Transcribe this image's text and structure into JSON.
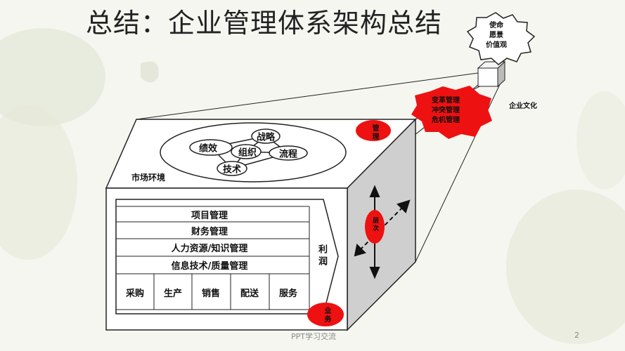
{
  "slide": {
    "title": "总结：企业管理体系架构总结",
    "page_number": "2",
    "footer": "PPT学习交流"
  },
  "star": {
    "lines": [
      "使命",
      "愿景",
      "价值观"
    ]
  },
  "culture": {
    "label": "企业文化"
  },
  "red_burst": {
    "lines": [
      "变革管理",
      "冲突管理",
      "危机管理"
    ]
  },
  "management_blob": {
    "text": "管理"
  },
  "market": {
    "label": "市场环境"
  },
  "oval_nodes": {
    "strategy": "战略",
    "performance": "绩效",
    "organization": "组织",
    "process": "流程",
    "technology": "技术"
  },
  "rows": [
    "项目管理",
    "财务管理",
    "人力资源/知识管理",
    "信息技术/质量管理"
  ],
  "functions": [
    "采购",
    "生产",
    "销售",
    "配送",
    "服务"
  ],
  "profit": {
    "text": "利润"
  },
  "level_blob": {
    "text": "层次"
  },
  "business_blob": {
    "text": "业务"
  },
  "colors": {
    "red": "#ee1111",
    "side_gray": "#cfcfcf",
    "line": "#222222"
  }
}
